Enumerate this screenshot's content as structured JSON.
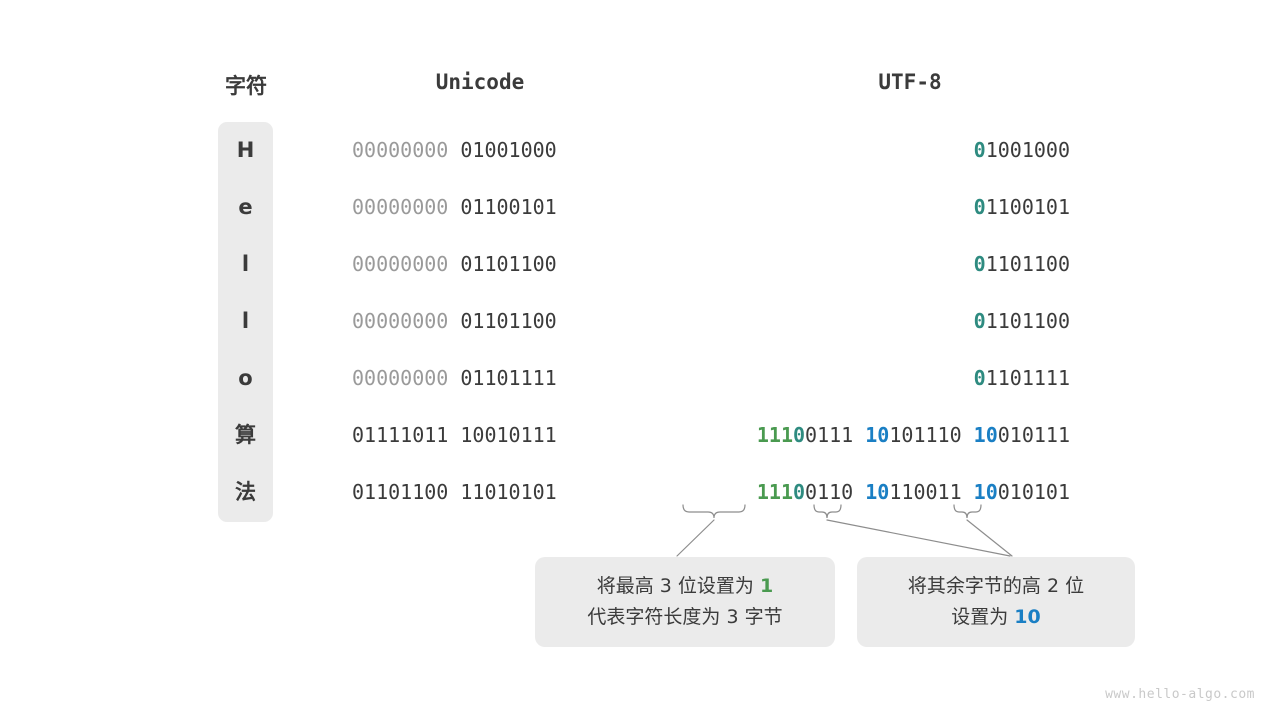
{
  "headers": {
    "char": "字符",
    "unicode": "Unicode",
    "utf8": "UTF-8"
  },
  "rows": [
    {
      "char": "H",
      "unicode_high": "00000000",
      "unicode_low": "01001000",
      "utf8_prefix": "0",
      "utf8_rest": "1001000",
      "utf8_full": "01001000"
    },
    {
      "char": "e",
      "unicode_high": "00000000",
      "unicode_low": "01100101",
      "utf8_prefix": "0",
      "utf8_rest": "1100101",
      "utf8_full": "01100101"
    },
    {
      "char": "l",
      "unicode_high": "00000000",
      "unicode_low": "01101100",
      "utf8_prefix": "0",
      "utf8_rest": "1101100",
      "utf8_full": "01101100"
    },
    {
      "char": "l",
      "unicode_high": "00000000",
      "unicode_low": "01101100",
      "utf8_prefix": "0",
      "utf8_rest": "1101100",
      "utf8_full": "01101100"
    },
    {
      "char": "o",
      "unicode_high": "00000000",
      "unicode_low": "01101111",
      "utf8_prefix": "0",
      "utf8_rest": "1101111",
      "utf8_full": "01101111"
    },
    {
      "char": "算",
      "unicode_high": "01111011",
      "unicode_low": "10010111",
      "utf8_b1_green": "111",
      "utf8_b1_teal": "0",
      "utf8_b1_rest": "0111",
      "utf8_b2_blue": "10",
      "utf8_b2_rest": "101110",
      "utf8_b3_blue": "10",
      "utf8_b3_rest": "010111"
    },
    {
      "char": "法",
      "unicode_high": "01101100",
      "unicode_low": "11010101",
      "utf8_b1_green": "111",
      "utf8_b1_teal": "0",
      "utf8_b1_rest": "0110",
      "utf8_b2_blue": "10",
      "utf8_b2_rest": "110011",
      "utf8_b3_blue": "10",
      "utf8_b3_rest": "010101"
    }
  ],
  "callouts": [
    {
      "line1_pre": "将最高 3 位设置为 ",
      "line1_hl": "1",
      "line2": "代表字符长度为 3 字节"
    },
    {
      "line1": "将其余字节的高 2 位",
      "line2_pre": "设置为 ",
      "line2_hl": "10"
    }
  ],
  "watermark": "www.hello-algo.com",
  "colors": {
    "green": "#4a9a50",
    "blue": "#1a7fc4",
    "teal": "#2e8b80",
    "dark": "#3b3b3b",
    "dim": "#9a9a9a",
    "panel": "#ebebeb",
    "background": "#ffffff"
  }
}
